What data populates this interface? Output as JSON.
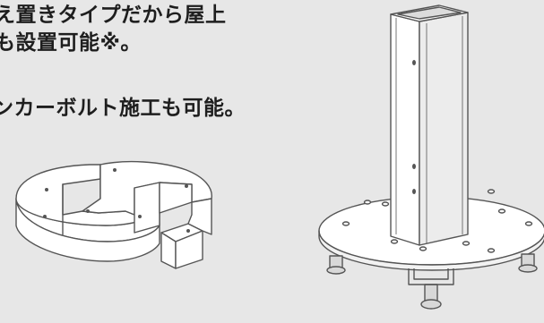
{
  "text": {
    "line1": "え置きタイプだから屋上",
    "line2": "も設置可能※。",
    "line3": "ンカーボルト施工も可能。"
  },
  "images": {
    "weight_block": "concrete-weight-illustration",
    "pole_stand": "pole-base-illustration"
  },
  "colors": {
    "background": "#e7e7e7",
    "text": "#1e1e1e",
    "line_art": "#555555",
    "fill": "#ffffff"
  }
}
